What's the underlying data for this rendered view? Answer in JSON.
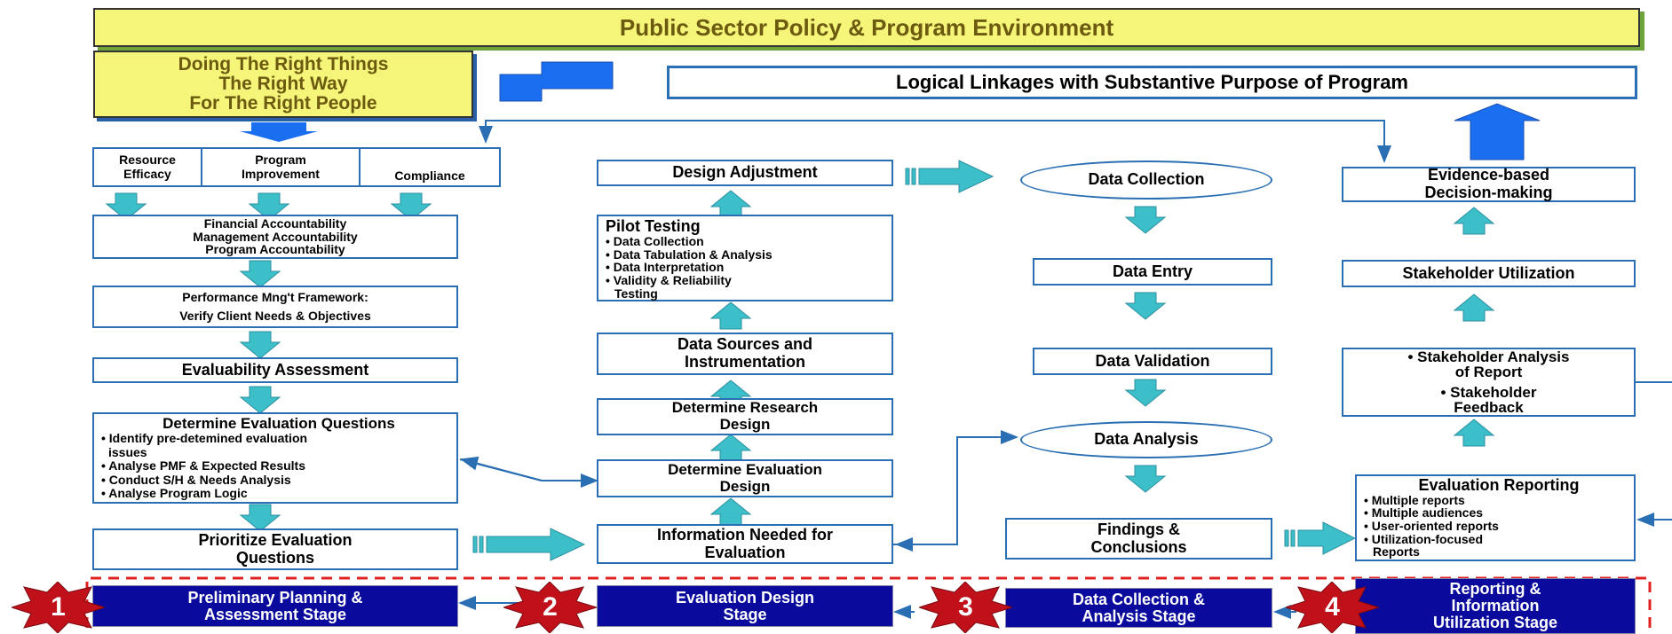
{
  "header": {
    "title": "Public Sector Policy & Program Environment"
  },
  "right_way": {
    "lines": [
      "Doing The Right Things",
      "The Right Way",
      "For The Right People"
    ]
  },
  "linkages": "Logical Linkages with Substantive Purpose of Program",
  "stage1": {
    "tabs": [
      {
        "lines": [
          "Resource",
          "Efficacy"
        ]
      },
      {
        "lines": [
          "Program",
          "Improvement"
        ]
      },
      {
        "lines": [
          "Compliance"
        ]
      }
    ],
    "accountability": [
      "Financial Accountability",
      "Management Accountability",
      "Program Accountability"
    ],
    "pmf": [
      "Performance Mng't Framework:",
      "Verify Client Needs & Objectives"
    ],
    "evaluability": "Evaluability Assessment",
    "questions": {
      "title": "Determine Evaluation Questions",
      "bullets": [
        "• Identify pre-detemined evaluation",
        "  issues",
        "• Analyse PMF & Expected Results",
        "• Conduct S/H & Needs Analysis",
        "• Analyse Program Logic"
      ]
    },
    "prioritize": [
      "Prioritize Evaluation",
      "Questions"
    ]
  },
  "stage2": {
    "design_adjustment": "Design Adjustment",
    "pilot": {
      "title": "Pilot Testing",
      "bullets": [
        "• Data Collection",
        "• Data Tabulation & Analysis",
        "• Data Interpretation",
        "• Validity & Reliability",
        "  Testing"
      ]
    },
    "sources": [
      "Data Sources and",
      "Instrumentation"
    ],
    "research": [
      "Determine Research",
      "Design"
    ],
    "eval_design": [
      "Determine Evaluation",
      "Design"
    ],
    "info_needed": [
      "Information Needed for",
      "Evaluation"
    ]
  },
  "stage3": {
    "collection": "Data Collection",
    "entry": "Data Entry",
    "validation": "Data Validation",
    "analysis": "Data Analysis",
    "findings": [
      "Findings &",
      "Conclusions"
    ]
  },
  "stage4": {
    "evidence": [
      "Evidence-based",
      "Decision-making"
    ],
    "utilization": "Stakeholder Utilization",
    "analysis": [
      "• Stakeholder Analysis",
      "of Report",
      "• Stakeholder",
      "Feedback"
    ],
    "reporting": {
      "title": "Evaluation Reporting",
      "bullets": [
        "• Multiple reports",
        "• Multiple audiences",
        "• User-oriented reports",
        "• Utilization-focused",
        "  Reports"
      ]
    }
  },
  "stages": [
    {
      "num": "1",
      "lines": [
        "Preliminary Planning &",
        "Assessment Stage"
      ]
    },
    {
      "num": "2",
      "lines": [
        "Evaluation Design",
        "Stage"
      ]
    },
    {
      "num": "3",
      "lines": [
        "Data Collection &",
        "Analysis Stage"
      ]
    },
    {
      "num": "4",
      "lines": [
        "Reporting &",
        "Information",
        "Utilization Stage"
      ]
    }
  ],
  "colors": {
    "box_border": "#2a6fb3",
    "arrow_fill": "#3dbfca",
    "stage_fill": "#0a0a9c",
    "star_fill": "#c0101a",
    "title_fill": "#f5f57a",
    "dashed_border": "#e02020"
  }
}
